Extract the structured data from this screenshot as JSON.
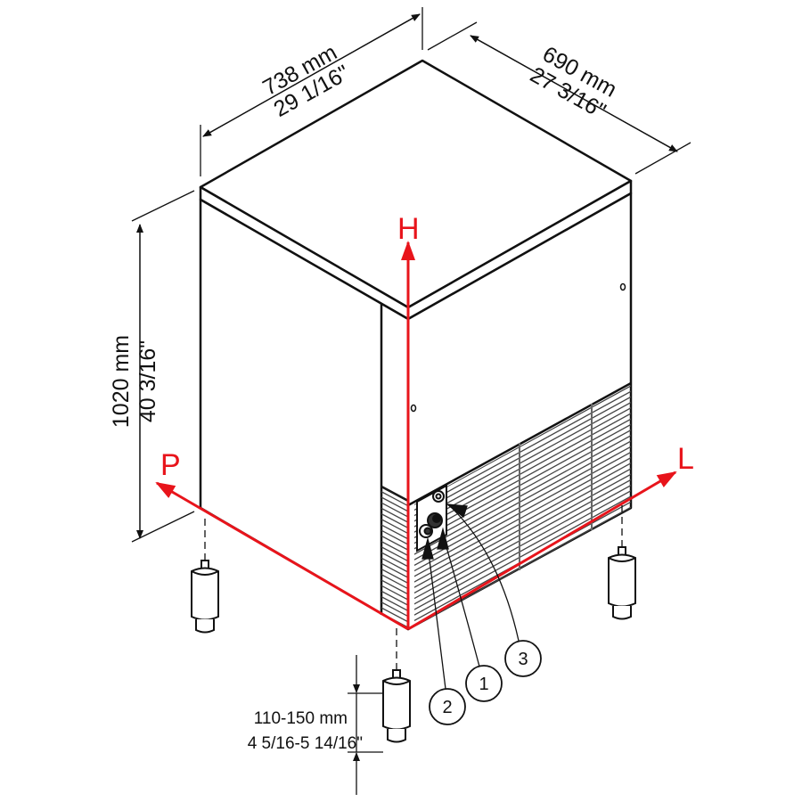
{
  "colors": {
    "axis": "#e8141b",
    "line": "#111111",
    "grille": "#555555"
  },
  "dimensions": {
    "width": {
      "metric": "738 mm",
      "imperial": "29 1/16\""
    },
    "depth": {
      "metric": "690 mm",
      "imperial": "27 3/16\""
    },
    "height": {
      "metric": "1020 mm",
      "imperial": "40 3/16\""
    },
    "feet": {
      "metric": "110-150 mm",
      "imperial": "4 5/16-5 14/16\""
    }
  },
  "axes": {
    "h": "H",
    "p": "P",
    "l": "L"
  },
  "callouts": [
    {
      "label": "1"
    },
    {
      "label": "2"
    },
    {
      "label": "3"
    }
  ]
}
